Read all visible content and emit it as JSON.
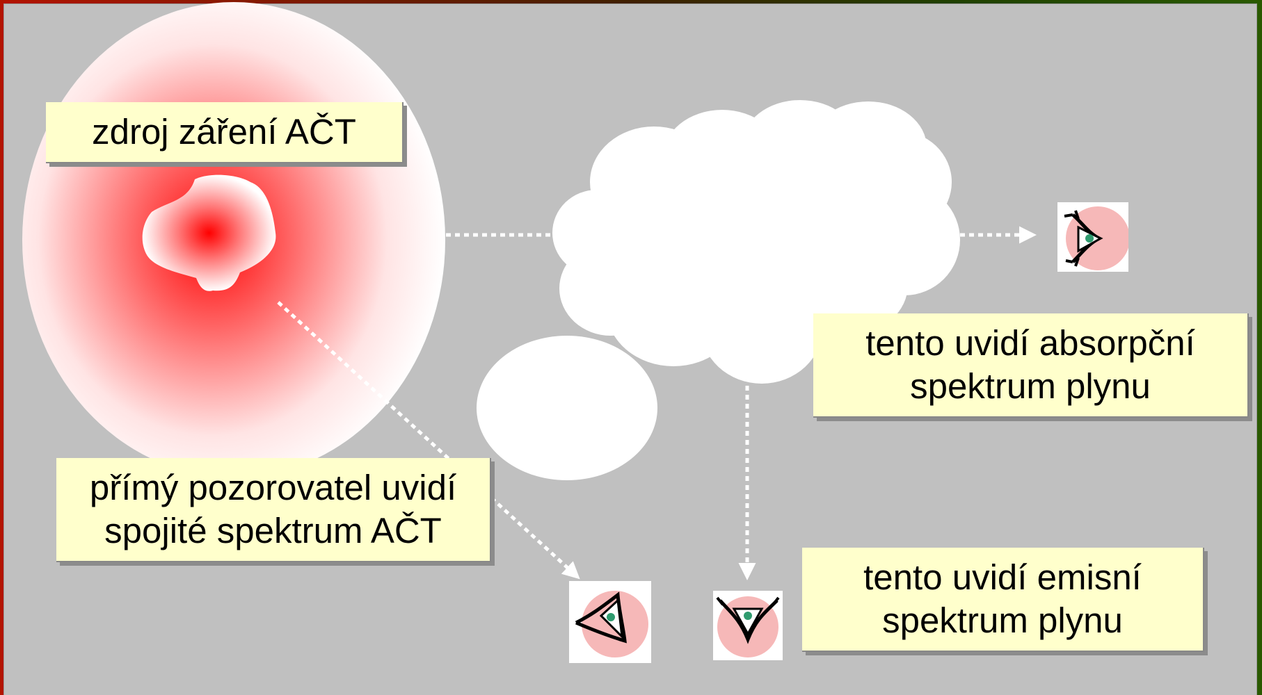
{
  "labels": {
    "source": "zdroj záření AČT",
    "direct_observer_line1": "přímý pozorovatel uvidí",
    "direct_observer_line2": "spojité spektrum AČT",
    "absorption_line1": "tento uvidí absorpční",
    "absorption_line2": "spektrum plynu",
    "emission_line1": "tento uvidí emisní",
    "emission_line2": "spektrum plynu"
  },
  "colors": {
    "panel_background": "#c0c0c0",
    "label_background": "#ffffcc",
    "source_glow": "#ff0000",
    "gas_cloud": "#ffffff",
    "light_ray": "#ffffff",
    "eye_tint": "#f6b8b8"
  },
  "icons": [
    "eye-icon",
    "eye-icon",
    "eye-icon"
  ]
}
